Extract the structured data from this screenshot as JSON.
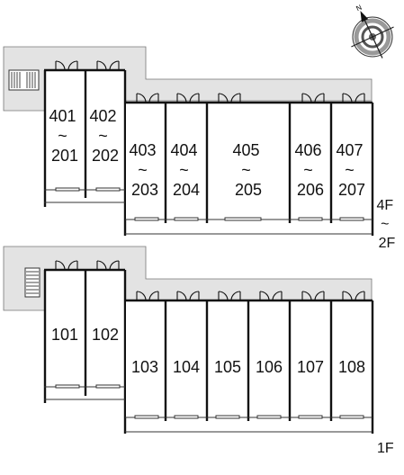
{
  "compass": {
    "north_label": "N",
    "icon": "compass-icon"
  },
  "upper_block": {
    "floor_label": [
      "4F",
      "~",
      "2F"
    ],
    "units": [
      {
        "lines": [
          "401",
          "~",
          "201"
        ]
      },
      {
        "lines": [
          "402",
          "~",
          "202"
        ]
      },
      {
        "lines": [
          "403",
          "~",
          "203"
        ]
      },
      {
        "lines": [
          "404",
          "~",
          "204"
        ]
      },
      {
        "lines": [
          "405",
          "~",
          "205"
        ]
      },
      {
        "lines": [
          "406",
          "~",
          "206"
        ]
      },
      {
        "lines": [
          "407",
          "~",
          "207"
        ]
      }
    ]
  },
  "ground_block": {
    "floor_label": "1F",
    "units": [
      {
        "lines": [
          "101"
        ]
      },
      {
        "lines": [
          "102"
        ]
      },
      {
        "lines": [
          "103"
        ]
      },
      {
        "lines": [
          "104"
        ]
      },
      {
        "lines": [
          "105"
        ]
      },
      {
        "lines": [
          "106"
        ]
      },
      {
        "lines": [
          "107"
        ]
      },
      {
        "lines": [
          "108"
        ]
      }
    ]
  },
  "colors": {
    "corridor": "#e3e3e3",
    "wall": "#111111",
    "background": "#ffffff"
  }
}
